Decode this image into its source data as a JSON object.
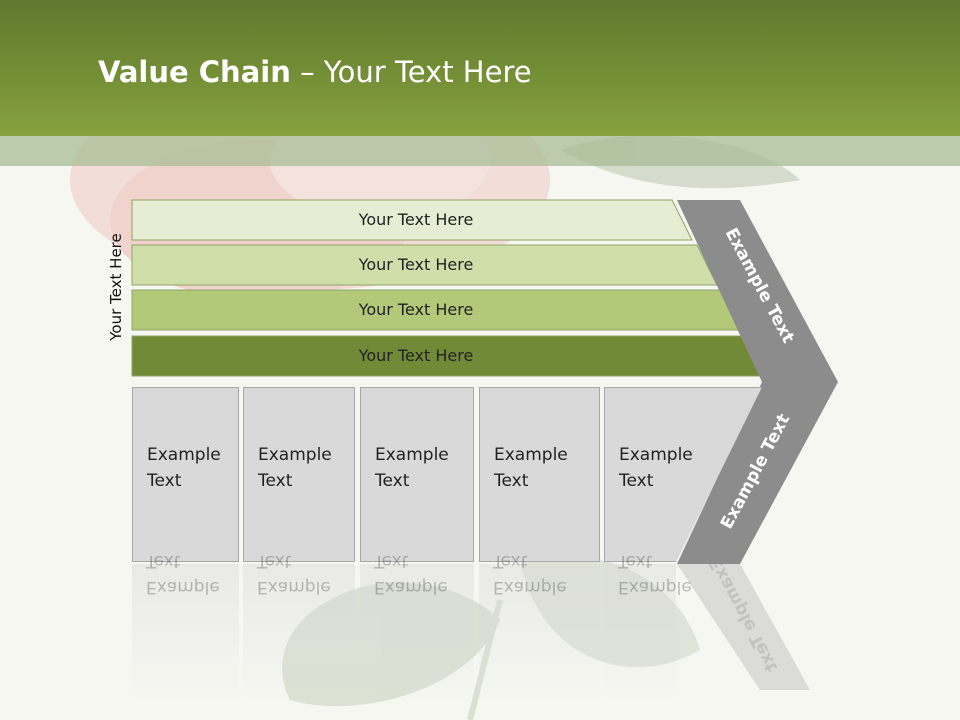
{
  "title": {
    "bold": "Value Chain",
    "rest": " – Your Text Here"
  },
  "side_label": "Your Text Here",
  "bars": [
    {
      "label": "Your Text Here",
      "color": "#e6edd3"
    },
    {
      "label": "Your Text Here",
      "color": "#d0deaa"
    },
    {
      "label": "Your Text Here",
      "color": "#b3c97a"
    },
    {
      "label": "Your Text Here",
      "color": "#718a38"
    }
  ],
  "boxes": [
    {
      "line1": "Example",
      "line2": "Text"
    },
    {
      "line1": "Example",
      "line2": "Text"
    },
    {
      "line1": "Example",
      "line2": "Text"
    },
    {
      "line1": "Example",
      "line2": "Text"
    },
    {
      "line1": "Example",
      "line2": "Text"
    }
  ],
  "arrow": {
    "upper_label": "Example Text",
    "lower_label": "Example Text",
    "color": "#8c8c8c"
  },
  "colors": {
    "header": "#6f8b35",
    "band": "#aabc96",
    "box": "#d9d9d9"
  }
}
